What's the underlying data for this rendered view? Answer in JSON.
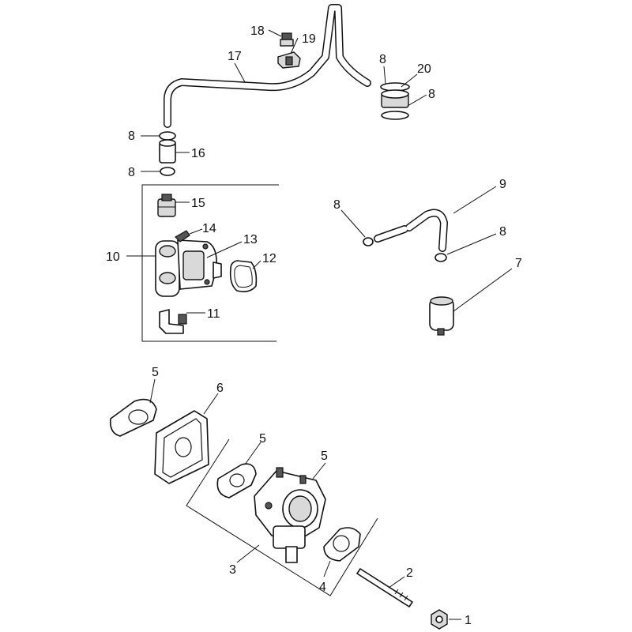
{
  "callouts": {
    "c1": "1",
    "c2": "2",
    "c3": "3",
    "c4": "4",
    "c5a": "5",
    "c5b": "5",
    "c5c": "5",
    "c6": "6",
    "c7": "7",
    "c8a": "8",
    "c8b": "8",
    "c8c": "8",
    "c8d": "8",
    "c8e": "8",
    "c8f": "8",
    "c9": "9",
    "c10": "10",
    "c11": "11",
    "c12": "12",
    "c13": "13",
    "c14": "14",
    "c15": "15",
    "c16": "16",
    "c17": "17",
    "c18": "18",
    "c19": "19",
    "c20": "20"
  }
}
